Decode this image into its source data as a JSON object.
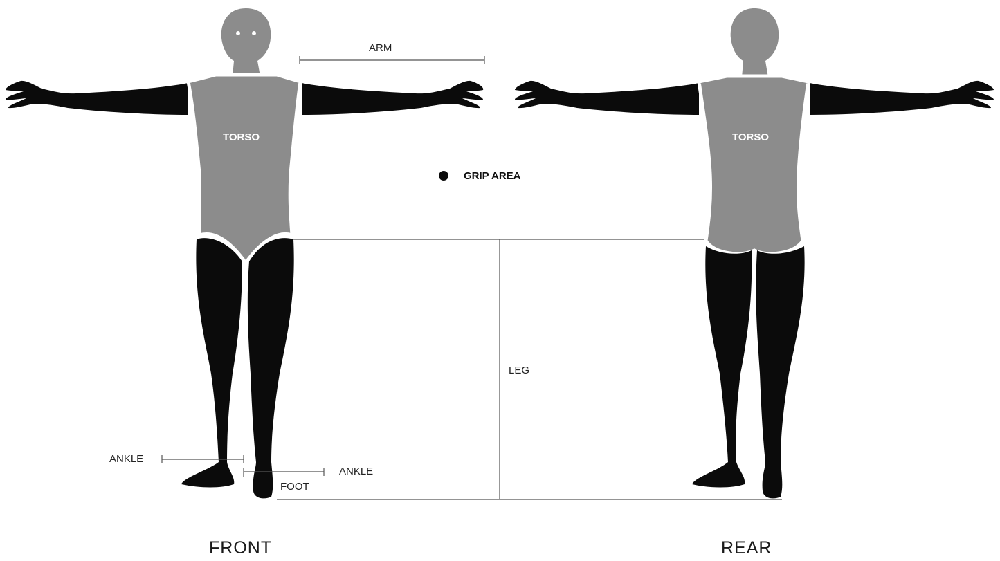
{
  "labels": {
    "arm": "ARM",
    "torso_front": "TORSO",
    "torso_rear": "TORSO",
    "grip_area": "GRIP AREA",
    "leg": "LEG",
    "ankle_left": "ANKLE",
    "ankle_right": "ANKLE",
    "foot": "FOOT",
    "front": "FRONT",
    "rear": "REAR"
  },
  "colors": {
    "torso": "#8c8c8c",
    "limb": "#0b0b0b",
    "head": "#8c8c8c",
    "outline": "#ffffff",
    "background": "#ffffff"
  },
  "icons": {
    "grip_marker": "filled-circle"
  }
}
